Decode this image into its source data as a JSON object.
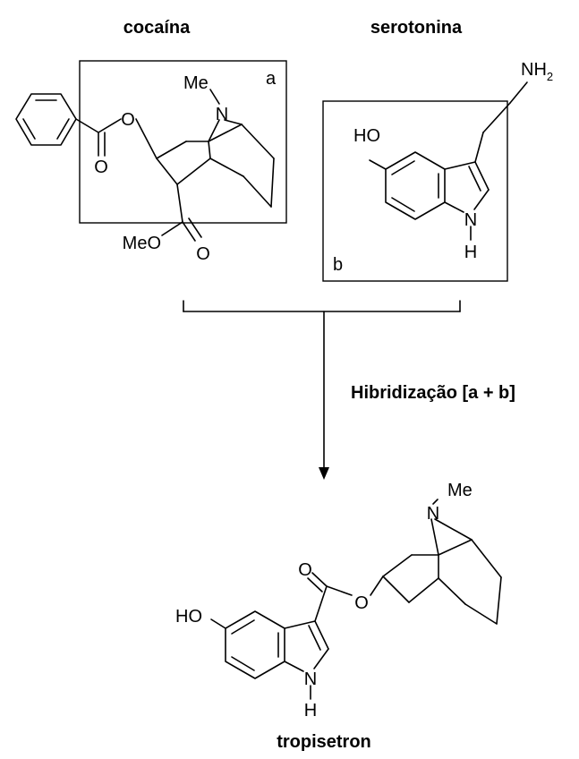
{
  "titles": {
    "cocaine": "cocaína",
    "serotonin": "serotonina",
    "hybridization": "Hibridização [a + b]",
    "product": "tropisetron"
  },
  "box_labels": {
    "a": "a",
    "b": "b"
  },
  "atoms": {
    "me": "Me",
    "n": "N",
    "o": "O",
    "meo": "MeO",
    "ho": "HO",
    "h": "H",
    "nh": "NH",
    "subscript_2": "2"
  }
}
